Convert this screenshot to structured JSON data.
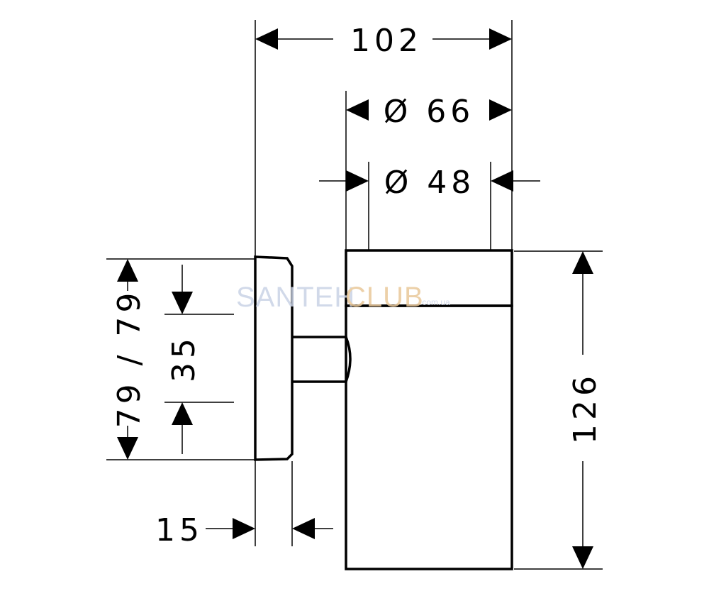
{
  "dimensions": {
    "overall_depth": "102",
    "cup_outer_diameter": "Ø 66",
    "cup_inner_diameter": "Ø 48",
    "mount_height": "79 / 79",
    "hole_spacing": "35",
    "plate_thickness": "15",
    "cup_height": "126"
  },
  "watermark": {
    "brand_part1": "SANTEH",
    "brand_part2": "CLUB",
    "domain": ".com.ua",
    "color_part1": "#c9d3e6",
    "color_part2": "#e9c89a"
  },
  "colors": {
    "line": "#000000",
    "background": "#ffffff"
  }
}
